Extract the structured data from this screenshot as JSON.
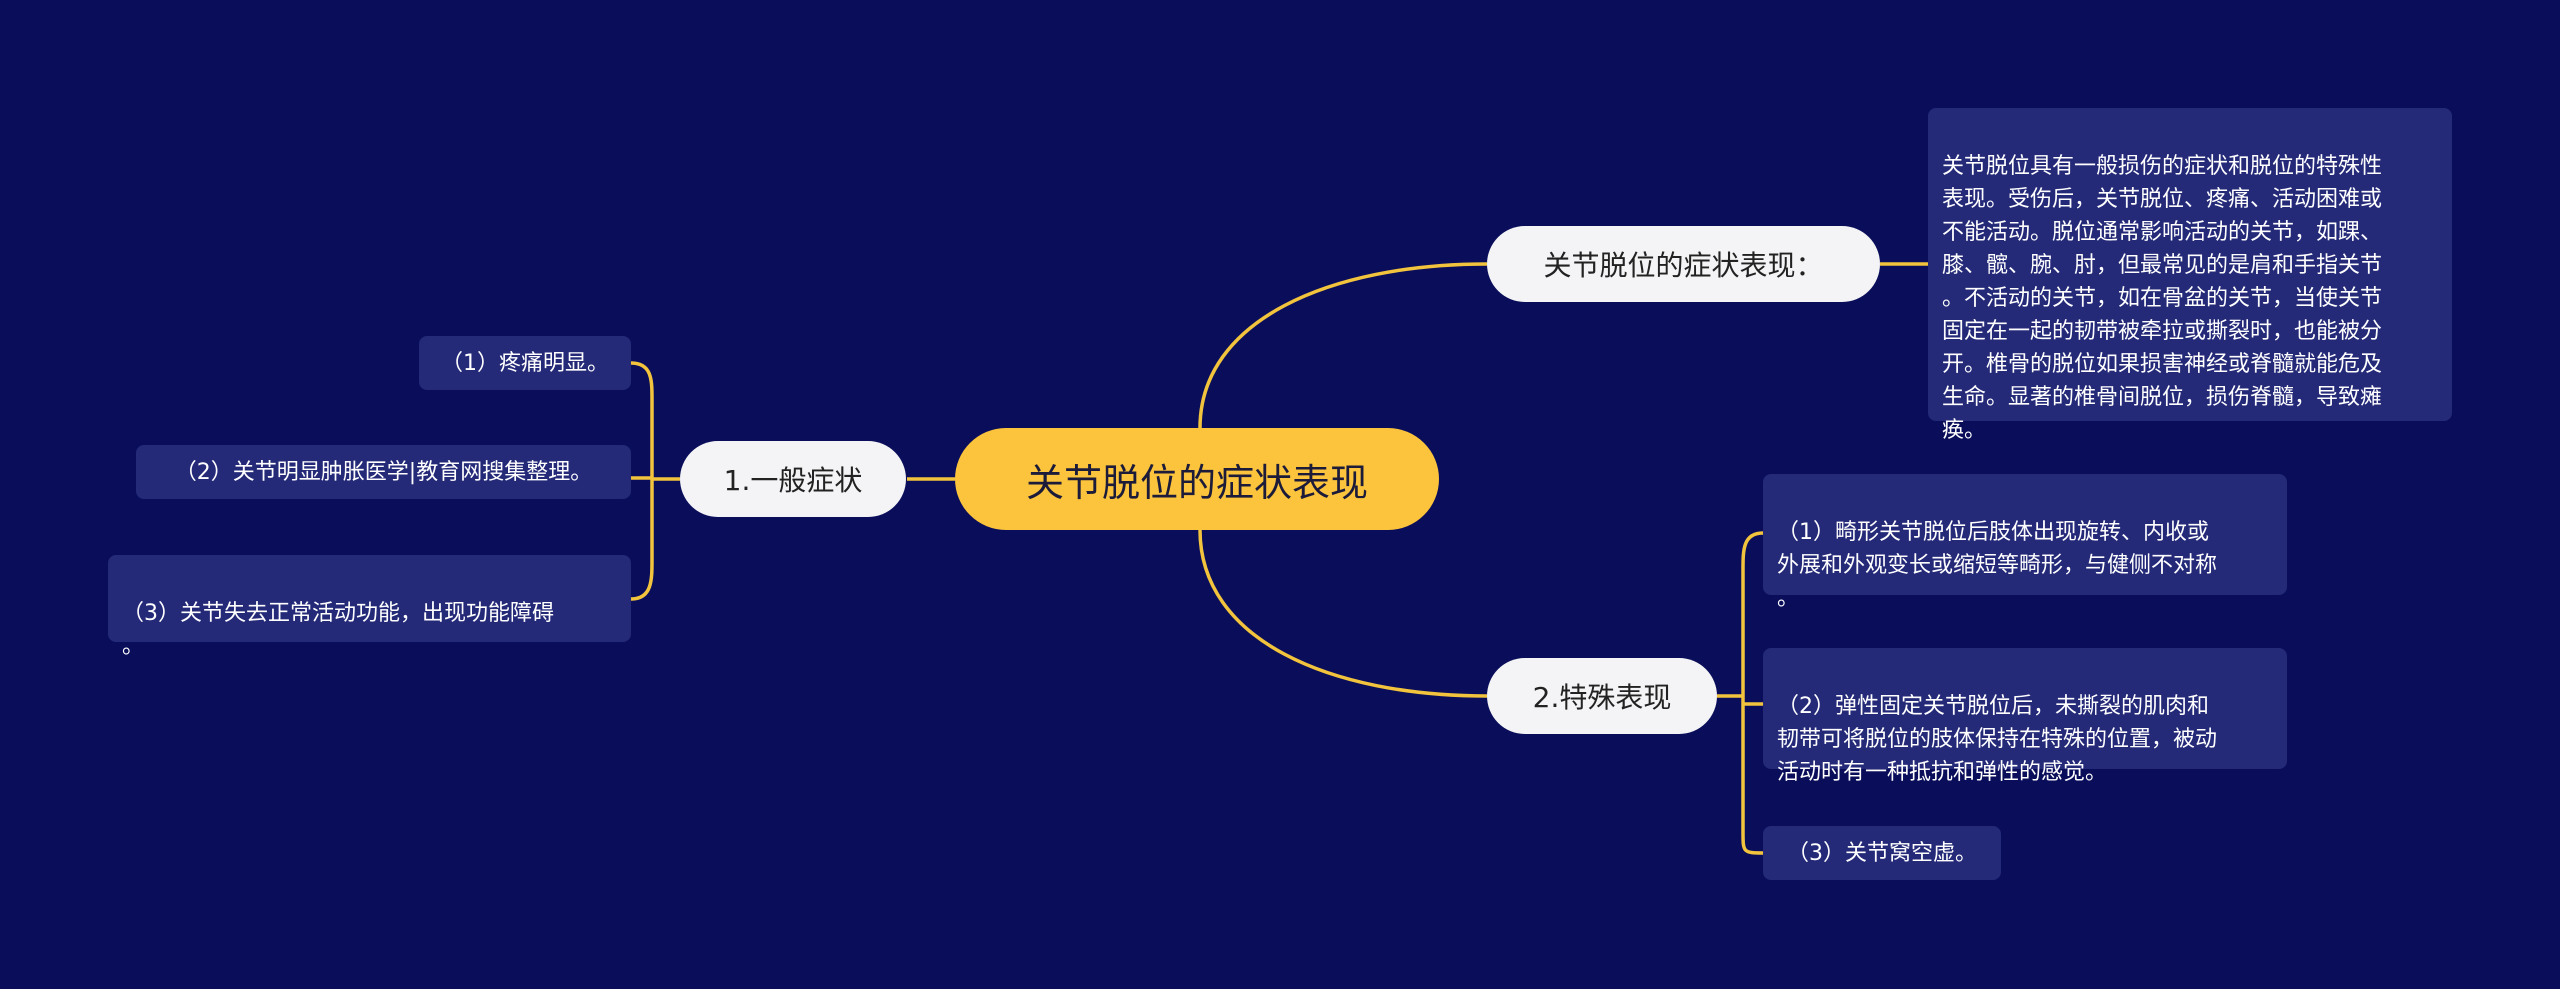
{
  "root": {
    "label": "关节脱位的症状表现"
  },
  "branches": {
    "intro": {
      "label": "关节脱位的症状表现：",
      "detail": "关节脱位具有一般损伤的症状和脱位的特殊性\n表现。受伤后，关节脱位、疼痛、活动困难或\n不能活动。脱位通常影响活动的关节，如踝、\n膝、髋、腕、肘，但最常见的是肩和手指关节\n。不活动的关节，如在骨盆的关节，当使关节\n固定在一起的韧带被牵拉或撕裂时，也能被分\n开。椎骨的脱位如果损害神经或脊髓就能危及\n生命。显著的椎骨间脱位，损伤脊髓，导致瘫\n痪。"
    },
    "general": {
      "label": "1.一般症状",
      "items": [
        "（1）疼痛明显。",
        "（2）关节明显肿胀医学|教育网搜集整理。",
        "（3）关节失去正常活动功能，出现功能障碍\n。"
      ]
    },
    "special": {
      "label": "2.特殊表现",
      "items": [
        "（1）畸形关节脱位后肢体出现旋转、内收或\n外展和外观变长或缩短等畸形，与健侧不对称\n。",
        "（2）弹性固定关节脱位后，未撕裂的肌肉和\n韧带可将脱位的肢体保持在特殊的位置，被动\n活动时有一种抵抗和弹性的感觉。",
        "（3）关节窝空虚。"
      ]
    }
  },
  "colors": {
    "background": "#0a0e5a",
    "root_fill": "#fcc43c",
    "branch_fill": "#f4f4f6",
    "leaf_fill": "#242a78",
    "connector": "#f2c33c"
  }
}
